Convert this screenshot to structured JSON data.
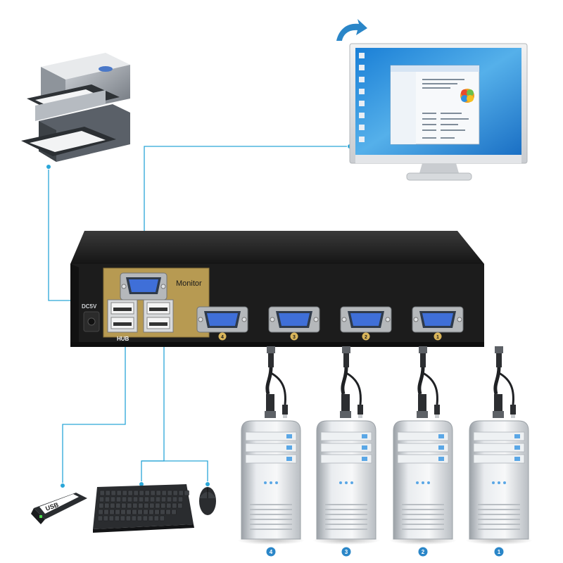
{
  "kvm": {
    "monitor_label": "Monitor",
    "hub_label": "HUB",
    "power_label": "DC5V",
    "ports": [
      "4",
      "3",
      "2",
      "1"
    ]
  },
  "servers": [
    "4",
    "3",
    "2",
    "1"
  ],
  "usb_stick_label": "USB",
  "colors": {
    "cable": "#2aa6d8",
    "badge": "#2a86c8",
    "panel_gold": "#b79a52",
    "kvm_body": "#1c1c1c"
  },
  "icons": [
    "printer-icon",
    "monitor-icon",
    "refresh-arrow-icon",
    "usb-stick-icon",
    "keyboard-icon",
    "mouse-icon",
    "server-tower-icon",
    "vga-cable-icon"
  ]
}
